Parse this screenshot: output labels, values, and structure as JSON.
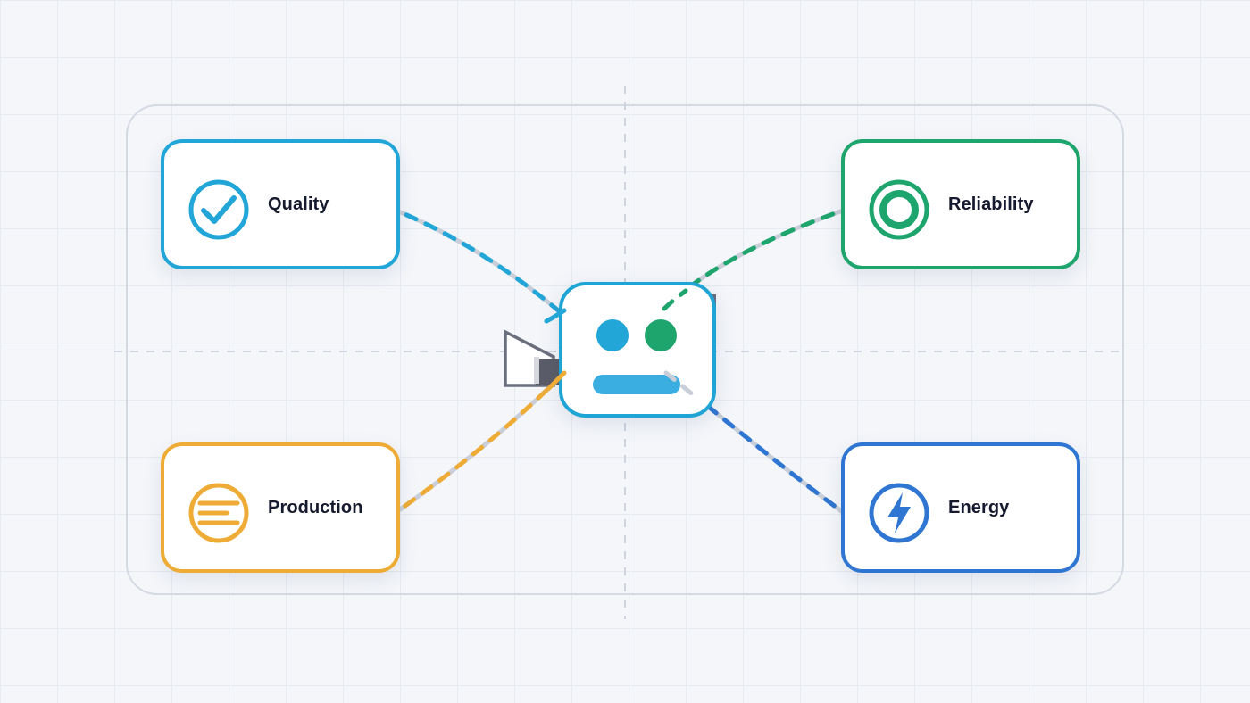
{
  "nodes": {
    "quality": {
      "label": "Quality",
      "color": "#22a6d8",
      "icon": "check-circle-icon"
    },
    "reliability": {
      "label": "Reliability",
      "color": "#1ea56e",
      "icon": "target-rings-icon"
    },
    "production": {
      "label": "Production",
      "color": "#eeac37",
      "icon": "lines-circle-icon"
    },
    "energy": {
      "label": "Energy",
      "color": "#2f76d2",
      "icon": "lightning-bolt-icon"
    }
  },
  "hub": {
    "icon": "robot-face-icon",
    "color": "#1fa4d6"
  },
  "connectors": [
    "quality",
    "reliability",
    "production",
    "energy"
  ]
}
